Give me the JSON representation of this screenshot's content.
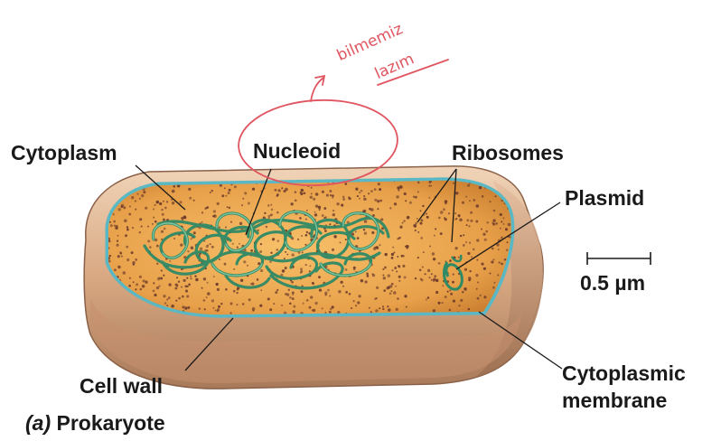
{
  "labels": {
    "cytoplasm": "Cytoplasm",
    "nucleoid": "Nucleoid",
    "ribosomes": "Ribosomes",
    "plasmid": "Plasmid",
    "scale": "0.5 µm",
    "cell_wall": "Cell wall",
    "cytoplasmic_membrane_line1": "Cytoplasmic",
    "cytoplasmic_membrane_line2": "membrane"
  },
  "caption": {
    "tag": "(a)",
    "text": "Prokaryote"
  },
  "handwritten_note": {
    "line1": "bilmemiz",
    "line2": "lazım"
  },
  "colors": {
    "cell_wall": "#d8a882",
    "membrane": "#5ab8c4",
    "cytoplasm": "#e8a04a",
    "nucleoid": "#3fa078",
    "ribosome": "#6b3a2a",
    "annotation": "#e0555f"
  }
}
